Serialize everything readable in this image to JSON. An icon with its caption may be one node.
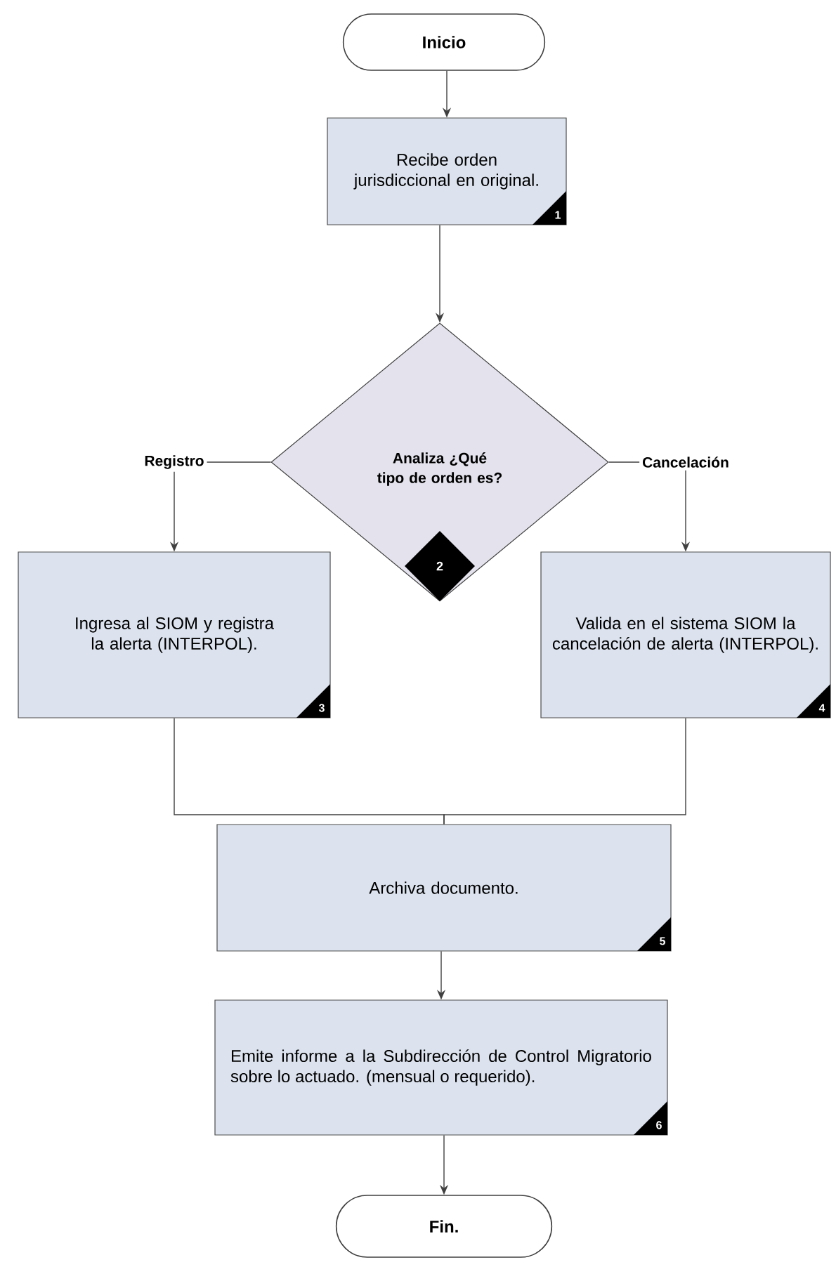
{
  "diagram": {
    "nodes": [
      {
        "text": [
          "Inicio"
        ]
      },
      {
        "text": [
          "Recibe orden jurisdiccional en original.",
          "1"
        ]
      },
      {
        "text": [
          "Analiza ¿Qué tipo de orden es?",
          "2"
        ]
      },
      {
        "text": [
          "Ingresa al SIOM y registra la alerta (INTERPOL).",
          "3"
        ]
      },
      {
        "text": [
          "Valida en el sistema SIOM la cancelación de alerta (INTERPOL).",
          "4"
        ]
      },
      {
        "text": [
          "Archiva documento.",
          "5"
        ]
      },
      {
        "text": [
          "Emite informe a la Subdirección de Control Migratorio sobre lo actuado. (mensual o requerido).",
          "6"
        ]
      },
      {
        "text": [
          "Fin."
        ]
      }
    ],
    "edges": [
      {
        "from": 0,
        "to": 1,
        "arrow": "to"
      },
      {
        "from": 1,
        "to": 2,
        "arrow": "to"
      },
      {
        "from": 2,
        "to": 3,
        "arrow": "to",
        "label": "Registro"
      },
      {
        "from": 2,
        "to": 4,
        "arrow": "to",
        "label": "Cancelación"
      },
      {
        "from": 3,
        "to": 5,
        "arrow": "none"
      },
      {
        "from": 4,
        "to": 5,
        "arrow": "none"
      },
      {
        "from": 5,
        "to": 6,
        "arrow": "to"
      },
      {
        "from": 6,
        "to": 7,
        "arrow": "to"
      }
    ]
  }
}
